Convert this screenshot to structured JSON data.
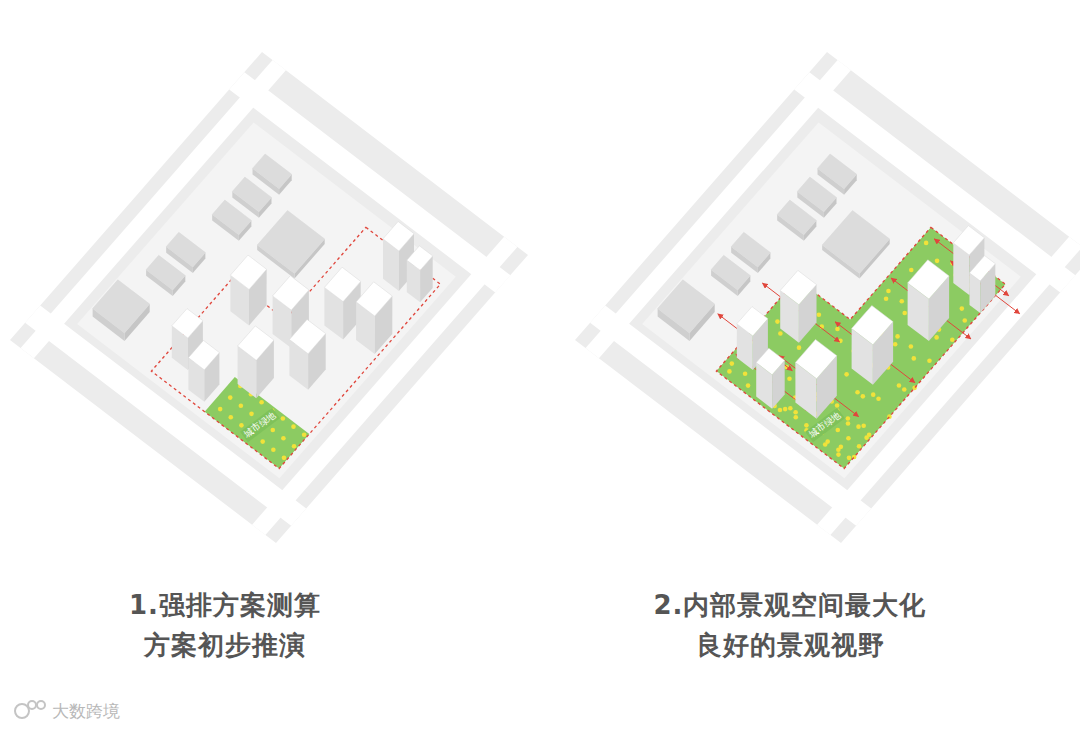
{
  "diagram": {
    "labels": [
      "城市绿地",
      "城市绿地",
      "1.强排方案测算",
      "方案初步推演",
      "2.内部景观空间最大化",
      "良好的景观视野",
      "大数跨境"
    ]
  }
}
